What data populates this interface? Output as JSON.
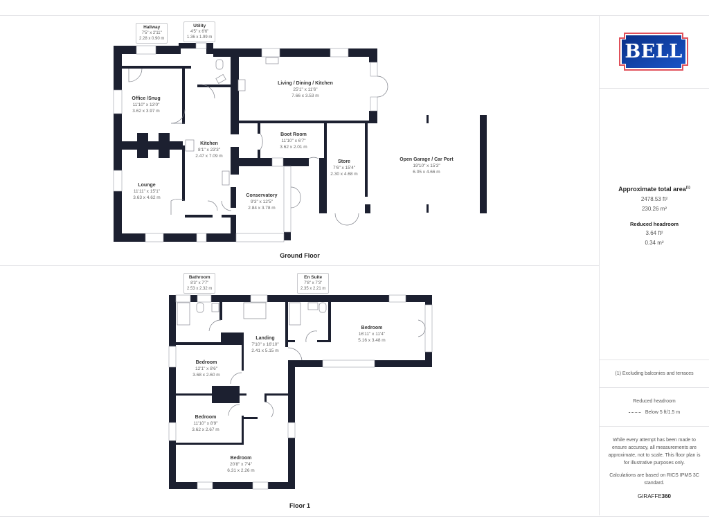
{
  "ground_floor": {
    "label": "Ground Floor",
    "rooms": [
      {
        "name": "Hallway",
        "imperial": "7'5\" x 2'11\"",
        "metric": "2.28 x 0.90 m"
      },
      {
        "name": "Utility",
        "imperial": "4'5\" x 6'6\"",
        "metric": "1.36 x 1.99 m"
      },
      {
        "name": "Office /Snug",
        "imperial": "11'10\" x 13'0\"",
        "metric": "3.62 x 3.97 m"
      },
      {
        "name": "Living / Dining / Kitchen",
        "imperial": "25'1\" x 11'6\"",
        "metric": "7.66 x 3.53 m"
      },
      {
        "name": "Kitchen",
        "imperial": "8'1\" x 23'3\"",
        "metric": "2.47 x 7.09 m"
      },
      {
        "name": "Boot Room",
        "imperial": "11'10\" x 6'7\"",
        "metric": "3.62 x 2.01 m"
      },
      {
        "name": "Lounge",
        "imperial": "11'11\" x 15'1\"",
        "metric": "3.63 x 4.62 m"
      },
      {
        "name": "Conservatory",
        "imperial": "9'3\" x 12'5\"",
        "metric": "2.84 x 3.78 m"
      },
      {
        "name": "Store",
        "imperial": "7'6\" x 15'4\"",
        "metric": "2.30 x 4.68 m"
      },
      {
        "name": "Open Garage / Car Port",
        "imperial": "19'10\" x 15'3\"",
        "metric": "6.05 x 4.66 m"
      }
    ]
  },
  "floor_1": {
    "label": "Floor 1",
    "rooms": [
      {
        "name": "Bathroom",
        "imperial": "8'3\" x 7'7\"",
        "metric": "2.53 x 2.32 m"
      },
      {
        "name": "En Suite",
        "imperial": "7'8\" x 7'3\"",
        "metric": "2.35 x 2.21 m"
      },
      {
        "name": "Landing",
        "imperial": "7'10\" x 16'10\"",
        "metric": "2.41 x 5.15 m"
      },
      {
        "name": "Bedroom",
        "imperial": "16'11\" x 11'4\"",
        "metric": "5.16 x 3.48 m"
      },
      {
        "name": "Bedroom",
        "imperial": "12'1\" x 8'6\"",
        "metric": "3.68 x 2.60 m"
      },
      {
        "name": "Bedroom",
        "imperial": "11'10\" x 8'9\"",
        "metric": "3.62 x 2.67 m"
      },
      {
        "name": "Bedroom",
        "imperial": "20'8\" x 7'4\"",
        "metric": "6.31 x 2.26 m"
      }
    ]
  },
  "sidebar": {
    "logo": {
      "text": "BELL",
      "bg_color": "#0d3a9a",
      "border_color": "#e0505a"
    },
    "area": {
      "title": "Approximate total area",
      "footnote_mark": "(1)",
      "sq_ft": "2478.53 ft²",
      "sq_m": "230.26 m²"
    },
    "reduced_headroom": {
      "title": "Reduced headroom",
      "sq_ft": "3.64 ft²",
      "sq_m": "0.34 m²"
    },
    "footnote": "(1) Excluding balconies and terraces",
    "legend": {
      "title": "Reduced headroom",
      "item": "Below 5 ft/1.5 m"
    },
    "disclaimer": "While every attempt has been made to ensure accuracy, all measurements are approximate, not to scale. This floor plan is for illustrative purposes only.",
    "calculations": "Calculations are based on RICS IPMS 3C standard.",
    "brand": {
      "prefix": "GIRAFFE",
      "suffix": "360"
    }
  },
  "colors": {
    "wall": "#1c2030",
    "divider": "#e3e3e6"
  }
}
